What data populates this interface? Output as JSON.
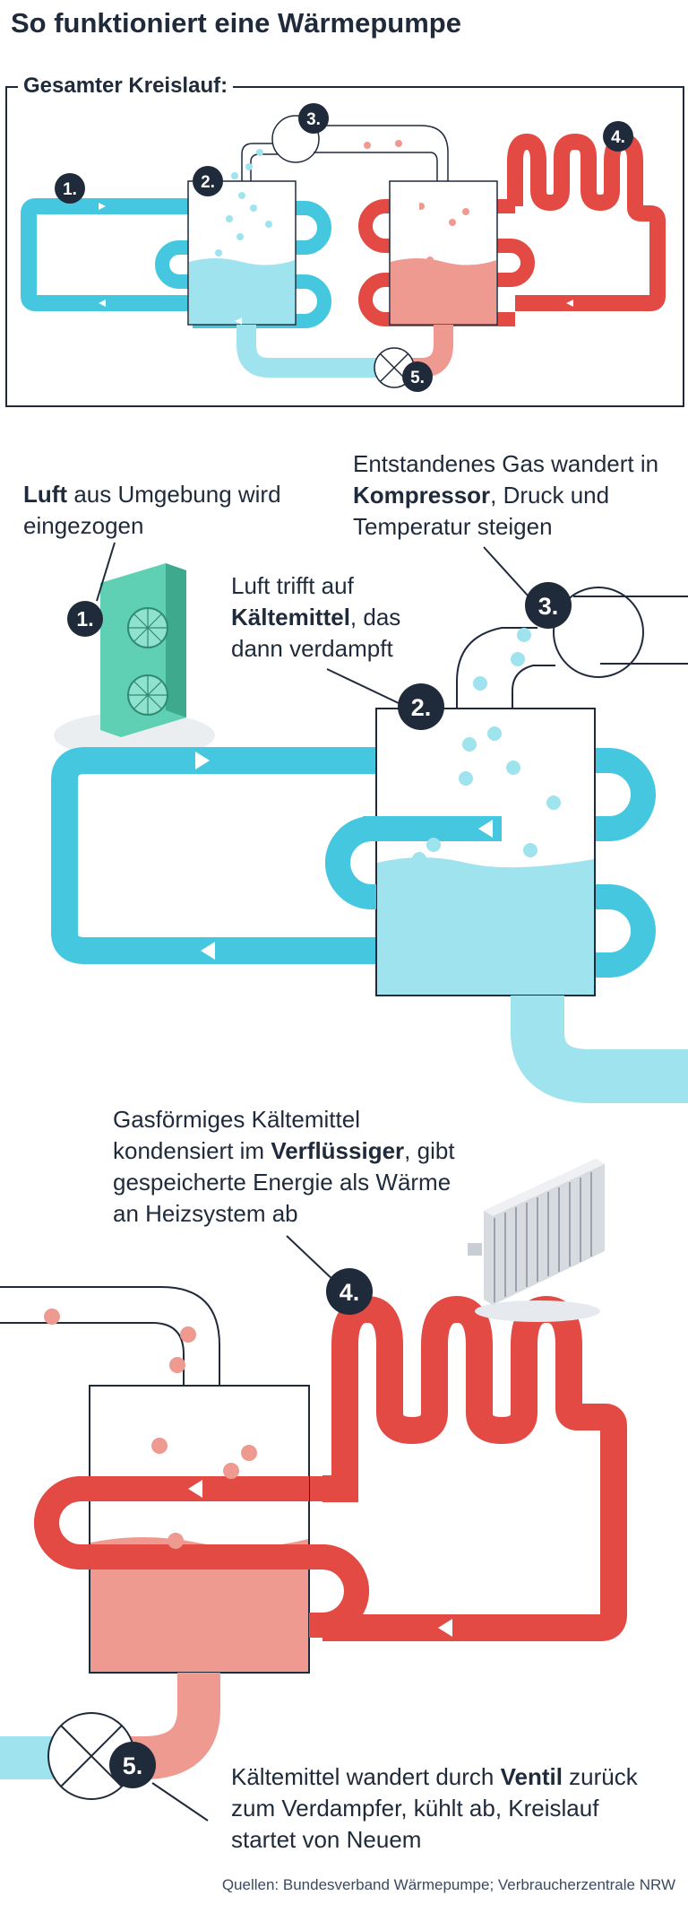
{
  "title": "So funktioniert eine Wärmepumpe",
  "overview": {
    "label": "Gesamter Kreislauf:"
  },
  "steps": [
    {
      "number": "1.",
      "bold": "Luft",
      "text_after": " aus Umgebung wird eingezogen"
    },
    {
      "number": "2.",
      "text_before": "Luft trifft auf ",
      "bold": "Kältemittel",
      "text_after": ", das dann verdampft"
    },
    {
      "number": "3.",
      "text_before": "Entstandenes Gas wandert in ",
      "bold": "Kompressor",
      "text_after": ", Druck und Temperatur steigen"
    },
    {
      "number": "4.",
      "text_before": "Gasförmiges Kältemittel kondensiert im ",
      "bold": "Verflüssiger",
      "text_after": ", gibt gespeicherte Energie als Wärme an Heizsystem ab"
    },
    {
      "number": "5.",
      "text_before": "Kältemittel wandert durch ",
      "bold": "Ventil",
      "text_after": " zurück zum Verdampfer, kühlt ab, Kreislauf startet von Neuem"
    }
  ],
  "source": "Quellen: Bundesverband Wärmepumpe; Verbraucherzentrale NRW",
  "colors": {
    "cold": "#45c7df",
    "cold_light": "#9fe3ee",
    "hot": "#e24a43",
    "hot_light": "#ef9a90",
    "dark": "#1f2a3a",
    "unit": "#5fd0b4"
  }
}
